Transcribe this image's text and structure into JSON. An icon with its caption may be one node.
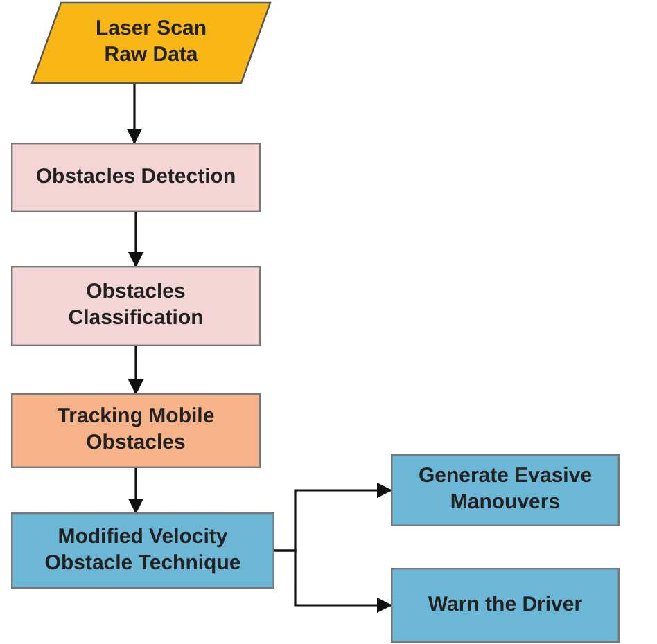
{
  "diagram": {
    "nodes": [
      {
        "text": [
          "Laser Scan Raw Data"
        ]
      },
      {
        "text": [
          "Obstacles Detection"
        ]
      },
      {
        "text": [
          "Obstacles Classification"
        ]
      },
      {
        "text": [
          "Tracking Mobile Obstacles"
        ]
      },
      {
        "text": [
          "Modified Velocity Obstacle Technique"
        ]
      },
      {
        "text": [
          "Generate Evasive Manouvers"
        ]
      },
      {
        "text": [
          "Warn the Driver"
        ]
      }
    ],
    "edges": [
      {
        "from": 0,
        "to": 1,
        "arrow": "to"
      },
      {
        "from": 1,
        "to": 2,
        "arrow": "to"
      },
      {
        "from": 2,
        "to": 3,
        "arrow": "to"
      },
      {
        "from": 3,
        "to": 4,
        "arrow": "to"
      },
      {
        "from": 4,
        "to": 5,
        "arrow": "to"
      },
      {
        "from": 4,
        "to": 6,
        "arrow": "to"
      }
    ]
  }
}
